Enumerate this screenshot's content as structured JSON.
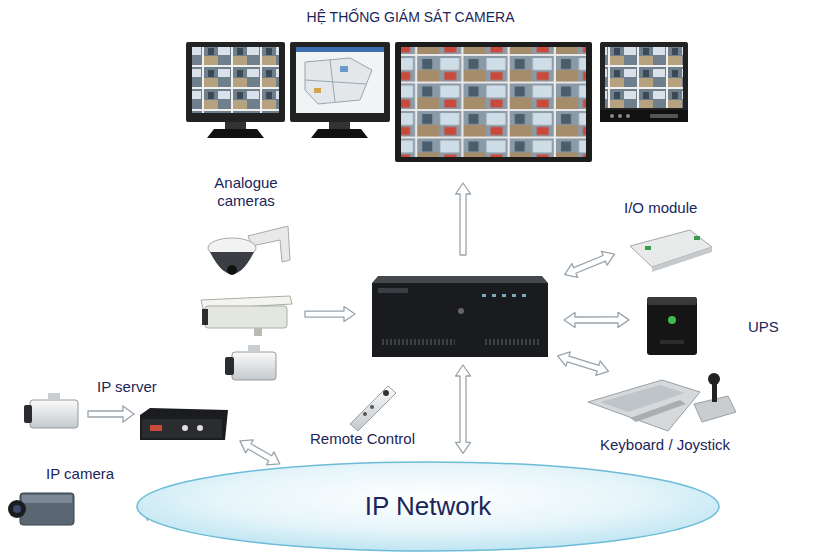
{
  "diagram": {
    "title": "HỆ THỐNG GIÁM SÁT CAMERA",
    "nodes": [
      {
        "text": []
      },
      {
        "text": [
          "Analogue cameras"
        ]
      },
      {
        "text": [
          "I/O module"
        ]
      },
      {
        "text": []
      },
      {
        "text": [
          "UPS"
        ]
      },
      {
        "text": [
          "IP server"
        ]
      },
      {
        "text": [
          "Keyboard / Joystick"
        ]
      },
      {
        "text": [
          "IP camera"
        ]
      },
      {
        "text": [
          "IP Network"
        ]
      }
    ],
    "edges": [
      {
        "from": 3,
        "to": 0,
        "arrow": "to"
      },
      {
        "from": 1,
        "to": 3,
        "arrow": "to"
      },
      {
        "from": 3,
        "to": 2,
        "arrow": "both"
      },
      {
        "from": 3,
        "to": 4,
        "arrow": "both"
      },
      {
        "from": 3,
        "to": 6,
        "arrow": "both"
      },
      {
        "from": 3,
        "to": 8,
        "arrow": "both"
      },
      {
        "from": 5,
        "to": 8,
        "arrow": "both"
      },
      {
        "from": 7,
        "to": 8,
        "arrow": "to"
      }
    ],
    "labels": [
      "Remote Control"
    ]
  }
}
